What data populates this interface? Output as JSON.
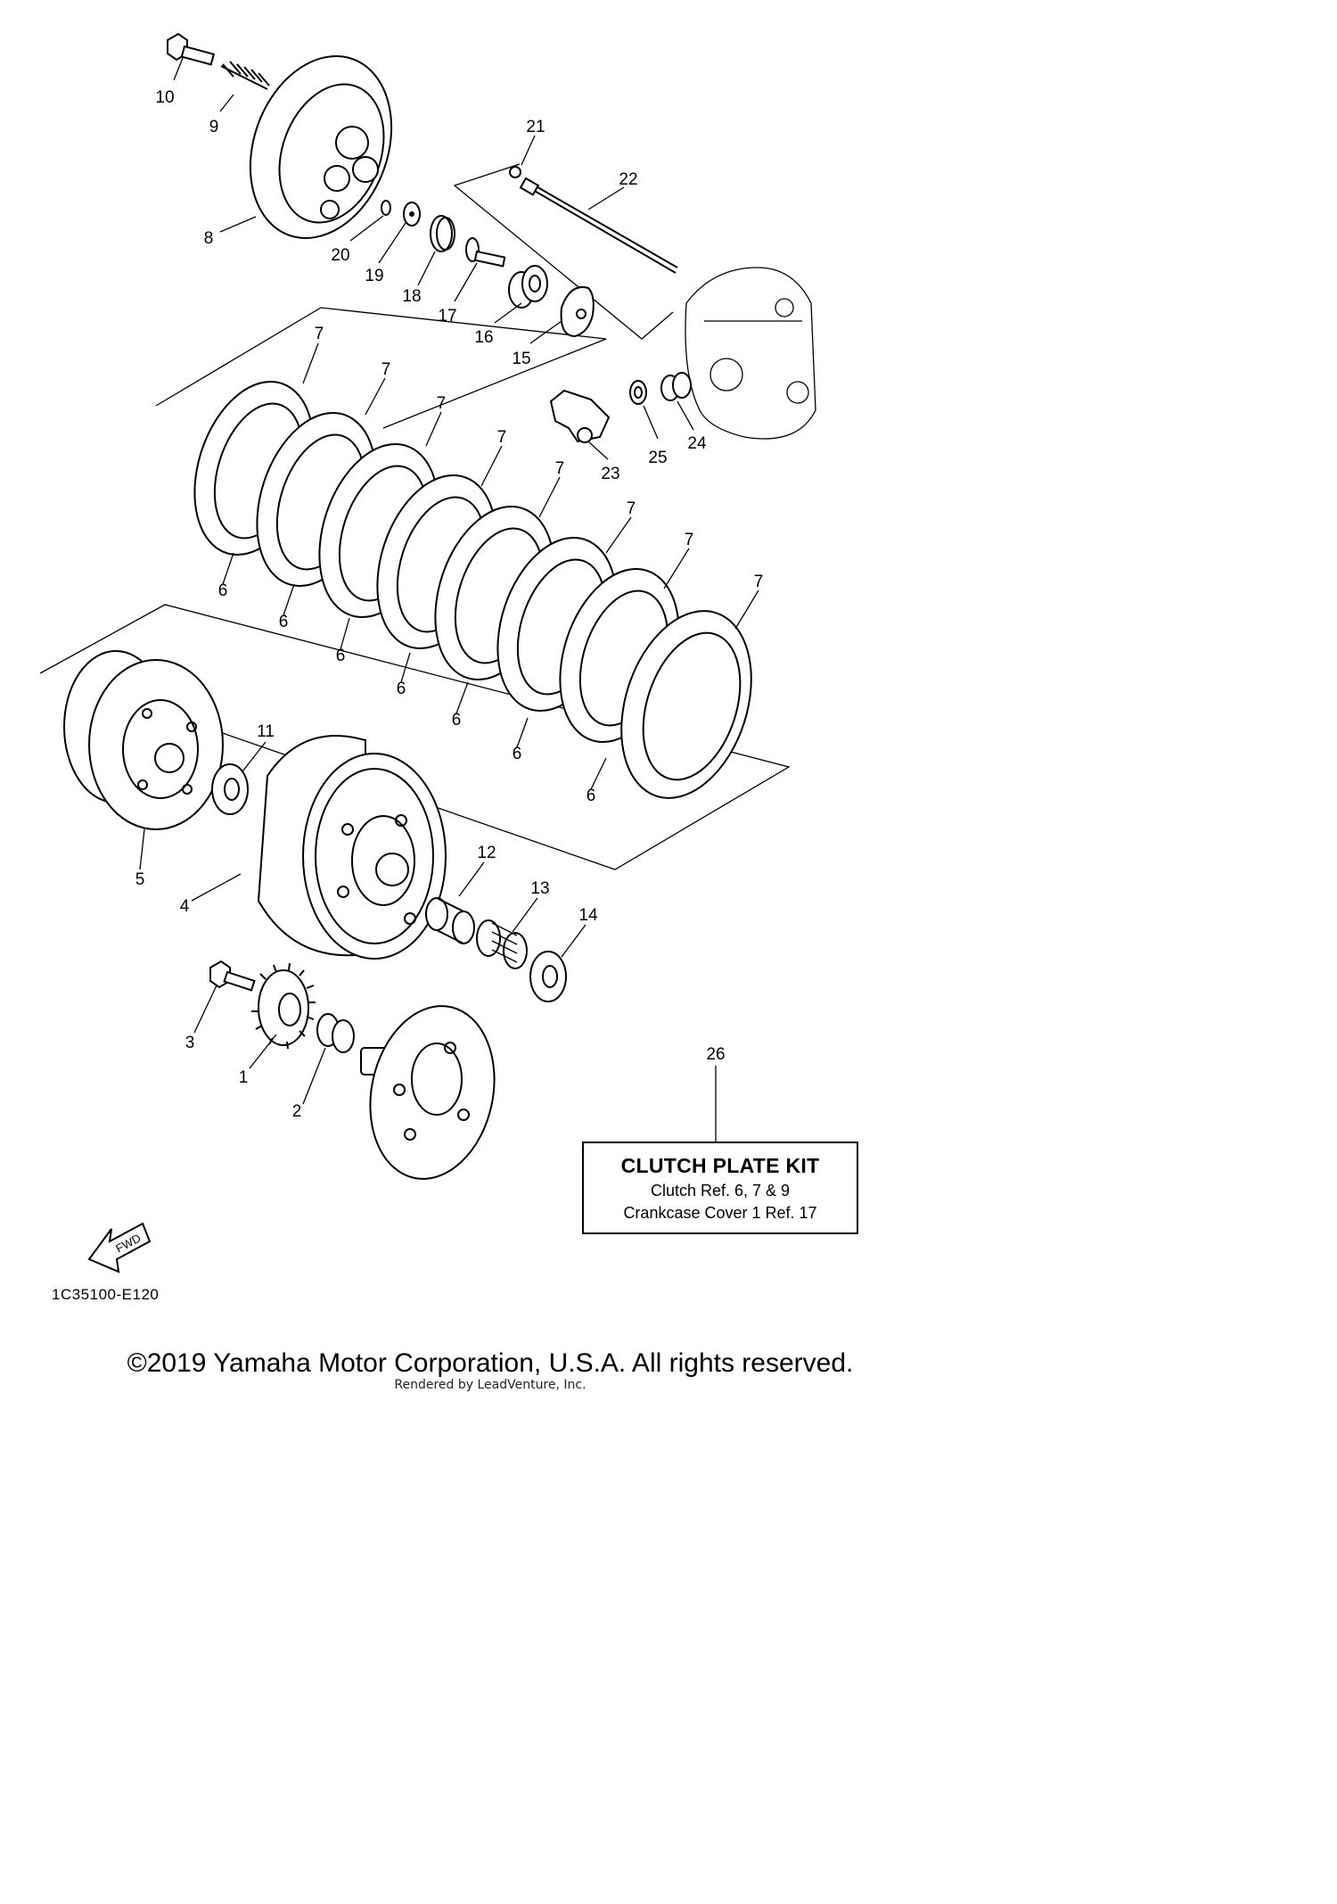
{
  "callouts": [
    "1",
    "2",
    "3",
    "4",
    "5",
    "6",
    "7",
    "8",
    "9",
    "10",
    "11",
    "12",
    "13",
    "14",
    "15",
    "16",
    "17",
    "18",
    "19",
    "20",
    "21",
    "22",
    "23",
    "24",
    "25",
    "26"
  ],
  "kit": {
    "title": "CLUTCH PLATE KIT",
    "line1": "Clutch Ref. 6, 7 & 9",
    "line2": "Crankcase Cover 1 Ref. 17"
  },
  "fwd_label": "FWD",
  "diagram_code": "1C35100-E120",
  "copyright": "©2019 Yamaha Motor Corporation, U.S.A. All rights reserved.",
  "render_note": "Rendered by LeadVenture, Inc."
}
